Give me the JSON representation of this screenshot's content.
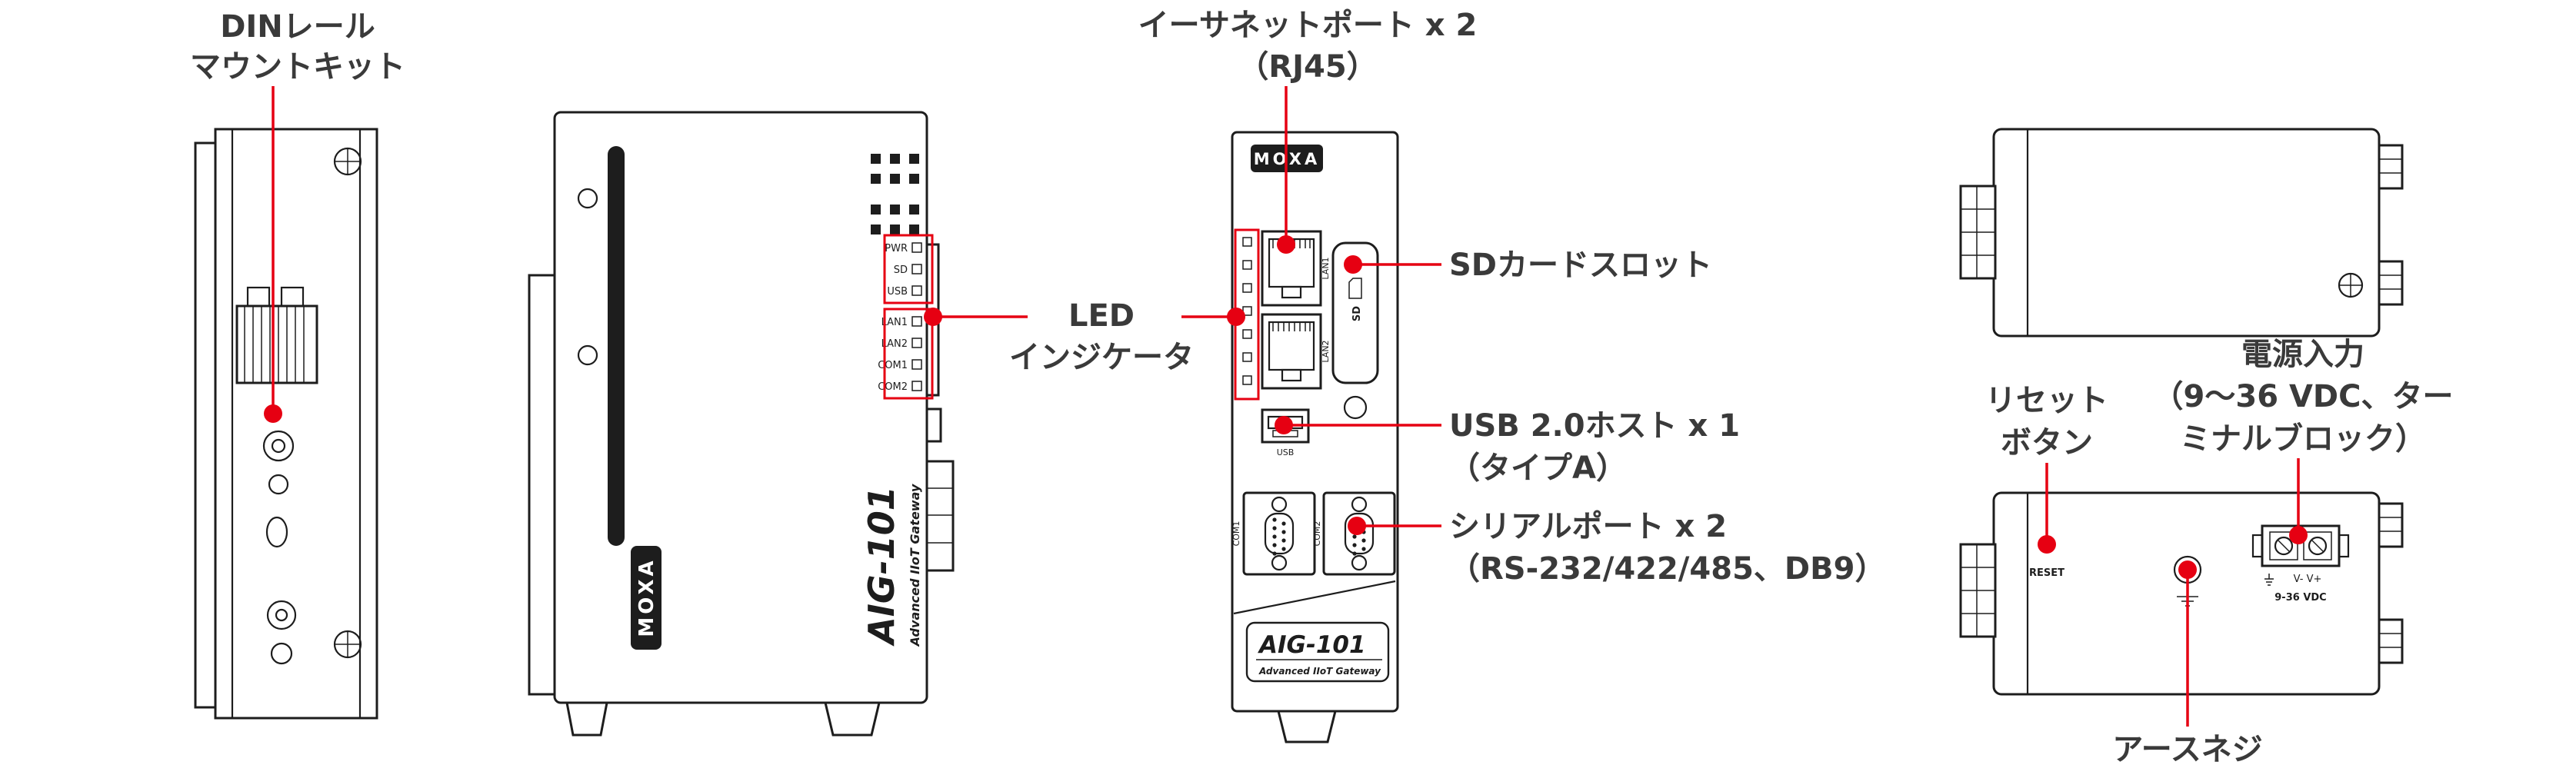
{
  "figure": {
    "background": "#ffffff",
    "colors": {
      "callout_red": "#e60012",
      "device_line": "#1d1d1d",
      "label_text": "#3a3a3a"
    }
  },
  "callouts": {
    "din_rail": {
      "line1": "DINレール",
      "line2": "マウントキット"
    },
    "ethernet": {
      "line1": "イーサネットポート x 2",
      "line2": "（RJ45）"
    },
    "sd_card": {
      "text": "SDカードスロット"
    },
    "led": {
      "line1": "LED",
      "line2": "インジケータ"
    },
    "usb": {
      "line1": "USB 2.0ホスト x 1",
      "line2": "（タイプA）"
    },
    "serial": {
      "line1": "シリアルポート x 2",
      "line2": "（RS-232/422/485、DB9）"
    },
    "reset": {
      "line1": "リセット",
      "line2": "ボタン"
    },
    "power": {
      "line1": "電源入力",
      "line2": "（9〜36 VDC、ター",
      "line3": "ミナルブロック）"
    },
    "ground": {
      "text": "アースネジ"
    }
  },
  "device": {
    "brand": "MOXA",
    "model": "AIG-101",
    "model_subtitle": "Advanced IIoT Gateway",
    "reset_port_label": "RESET",
    "sd_port_label": "SD",
    "usb_port_label": "USB",
    "lan1_label": "LAN1",
    "lan2_label": "LAN2",
    "com1_label": "COM1",
    "com2_label": "COM2",
    "terminal_polarity": "V-  V+",
    "power_rating": "9-36 VDC",
    "led_labels": [
      "PWR",
      "SD",
      "USB",
      "LAN1",
      "LAN2",
      "COM1",
      "COM2"
    ]
  }
}
